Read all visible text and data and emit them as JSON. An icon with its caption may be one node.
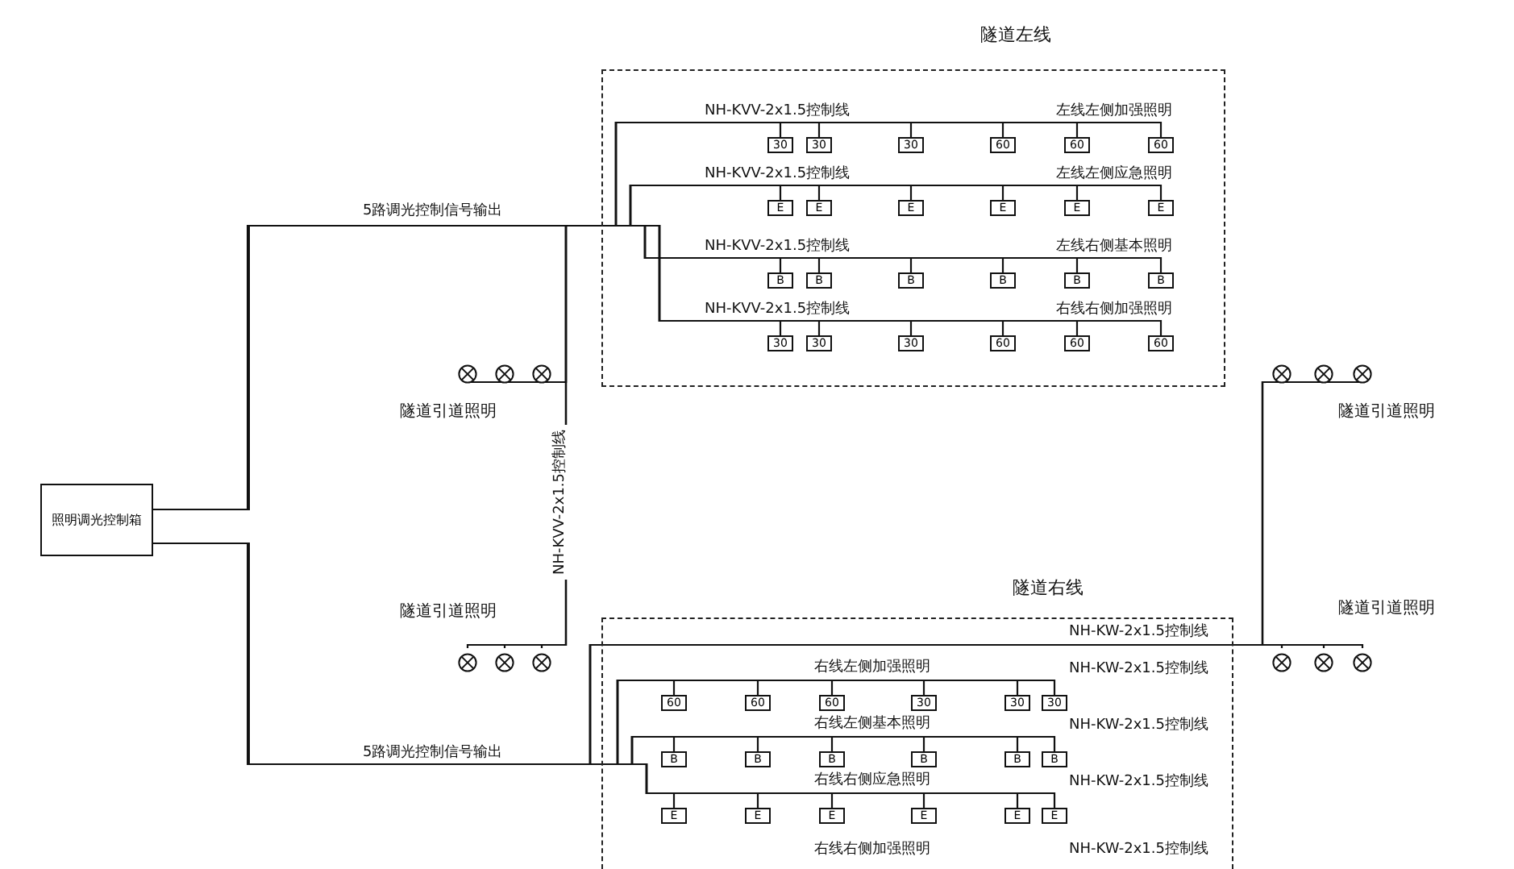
{
  "diagram": {
    "nodes": [
      {
        "text": [
          "照明调光控制箱"
        ]
      },
      {
        "text": [
          "隧道左线"
        ]
      },
      {
        "text": [
          "30"
        ],
        "in": 1
      },
      {
        "text": [
          "30"
        ],
        "in": 1
      },
      {
        "text": [
          "30"
        ],
        "in": 1
      },
      {
        "text": [
          "60"
        ],
        "in": 1
      },
      {
        "text": [
          "60"
        ],
        "in": 1
      },
      {
        "text": [
          "60"
        ],
        "in": 1
      },
      {
        "text": [
          "E"
        ],
        "in": 1
      },
      {
        "text": [
          "E"
        ],
        "in": 1
      },
      {
        "text": [
          "E"
        ],
        "in": 1
      },
      {
        "text": [
          "E"
        ],
        "in": 1
      },
      {
        "text": [
          "E"
        ],
        "in": 1
      },
      {
        "text": [
          "E"
        ],
        "in": 1
      },
      {
        "text": [
          "B"
        ],
        "in": 1
      },
      {
        "text": [
          "B"
        ],
        "in": 1
      },
      {
        "text": [
          "B"
        ],
        "in": 1
      },
      {
        "text": [
          "B"
        ],
        "in": 1
      },
      {
        "text": [
          "B"
        ],
        "in": 1
      },
      {
        "text": [
          "B"
        ],
        "in": 1
      },
      {
        "text": [
          "30"
        ],
        "in": 1
      },
      {
        "text": [
          "30"
        ],
        "in": 1
      },
      {
        "text": [
          "30"
        ],
        "in": 1
      },
      {
        "text": [
          "60"
        ],
        "in": 1
      },
      {
        "text": [
          "60"
        ],
        "in": 1
      },
      {
        "text": [
          "60"
        ],
        "in": 1
      },
      {
        "text": [
          "隧道右线"
        ]
      },
      {
        "text": [
          "60"
        ],
        "in": 26
      },
      {
        "text": [
          "60"
        ],
        "in": 26
      },
      {
        "text": [
          "60"
        ],
        "in": 26
      },
      {
        "text": [
          "30"
        ],
        "in": 26
      },
      {
        "text": [
          "30"
        ],
        "in": 26
      },
      {
        "text": [
          "30"
        ],
        "in": 26
      },
      {
        "text": [
          "B"
        ],
        "in": 26
      },
      {
        "text": [
          "B"
        ],
        "in": 26
      },
      {
        "text": [
          "B"
        ],
        "in": 26
      },
      {
        "text": [
          "B"
        ],
        "in": 26
      },
      {
        "text": [
          "B"
        ],
        "in": 26
      },
      {
        "text": [
          "B"
        ],
        "in": 26
      },
      {
        "text": [
          "E"
        ],
        "in": 26
      },
      {
        "text": [
          "E"
        ],
        "in": 26
      },
      {
        "text": [
          "E"
        ],
        "in": 26
      },
      {
        "text": [
          "E"
        ],
        "in": 26
      },
      {
        "text": [
          "E"
        ],
        "in": 26
      },
      {
        "text": [
          "E"
        ],
        "in": 26
      },
      {
        "text": [],
        "shape": "lamp"
      },
      {
        "text": [],
        "shape": "lamp"
      },
      {
        "text": [],
        "shape": "lamp"
      },
      {
        "text": [],
        "shape": "lamp"
      },
      {
        "text": [],
        "shape": "lamp"
      },
      {
        "text": [],
        "shape": "lamp"
      },
      {
        "text": [],
        "shape": "lamp"
      },
      {
        "text": [],
        "shape": "lamp"
      },
      {
        "text": [],
        "shape": "lamp"
      },
      {
        "text": [],
        "shape": "lamp"
      },
      {
        "text": [],
        "shape": "lamp"
      },
      {
        "text": [],
        "shape": "lamp"
      }
    ],
    "edges": [
      {
        "from": 0,
        "to": 2,
        "arrow": "none"
      },
      {
        "from": 0,
        "to": 3,
        "arrow": "none"
      },
      {
        "from": 0,
        "to": 4,
        "arrow": "none"
      },
      {
        "from": 0,
        "to": 5,
        "arrow": "none"
      },
      {
        "from": 0,
        "to": 6,
        "arrow": "none"
      },
      {
        "from": 0,
        "to": 7,
        "arrow": "none"
      },
      {
        "from": 0,
        "to": 8,
        "arrow": "none"
      },
      {
        "from": 0,
        "to": 9,
        "arrow": "none"
      },
      {
        "from": 0,
        "to": 10,
        "arrow": "none"
      },
      {
        "from": 0,
        "to": 11,
        "arrow": "none"
      },
      {
        "from": 0,
        "to": 12,
        "arrow": "none"
      },
      {
        "from": 0,
        "to": 13,
        "arrow": "none"
      },
      {
        "from": 0,
        "to": 14,
        "arrow": "none"
      },
      {
        "from": 0,
        "to": 15,
        "arrow": "none"
      },
      {
        "from": 0,
        "to": 16,
        "arrow": "none"
      },
      {
        "from": 0,
        "to": 17,
        "arrow": "none"
      },
      {
        "from": 0,
        "to": 18,
        "arrow": "none"
      },
      {
        "from": 0,
        "to": 19,
        "arrow": "none"
      },
      {
        "from": 0,
        "to": 20,
        "arrow": "none"
      },
      {
        "from": 0,
        "to": 21,
        "arrow": "none"
      },
      {
        "from": 0,
        "to": 22,
        "arrow": "none"
      },
      {
        "from": 0,
        "to": 23,
        "arrow": "none"
      },
      {
        "from": 0,
        "to": 24,
        "arrow": "none"
      },
      {
        "from": 0,
        "to": 25,
        "arrow": "none"
      },
      {
        "from": 0,
        "to": 27,
        "arrow": "none"
      },
      {
        "from": 0,
        "to": 28,
        "arrow": "none"
      },
      {
        "from": 0,
        "to": 29,
        "arrow": "none"
      },
      {
        "from": 0,
        "to": 30,
        "arrow": "none"
      },
      {
        "from": 0,
        "to": 31,
        "arrow": "none"
      },
      {
        "from": 0,
        "to": 32,
        "arrow": "none"
      },
      {
        "from": 0,
        "to": 33,
        "arrow": "none"
      },
      {
        "from": 0,
        "to": 34,
        "arrow": "none"
      },
      {
        "from": 0,
        "to": 35,
        "arrow": "none"
      },
      {
        "from": 0,
        "to": 36,
        "arrow": "none"
      },
      {
        "from": 0,
        "to": 37,
        "arrow": "none"
      },
      {
        "from": 0,
        "to": 38,
        "arrow": "none"
      },
      {
        "from": 0,
        "to": 39,
        "arrow": "none"
      },
      {
        "from": 0,
        "to": 40,
        "arrow": "none"
      },
      {
        "from": 0,
        "to": 41,
        "arrow": "none"
      },
      {
        "from": 0,
        "to": 42,
        "arrow": "none"
      },
      {
        "from": 0,
        "to": 43,
        "arrow": "none"
      },
      {
        "from": 0,
        "to": 44,
        "arrow": "none"
      },
      {
        "from": 0,
        "to": 45,
        "arrow": "none"
      },
      {
        "from": 0,
        "to": 46,
        "arrow": "none"
      },
      {
        "from": 0,
        "to": 47,
        "arrow": "none"
      },
      {
        "from": 0,
        "to": 48,
        "arrow": "none"
      },
      {
        "from": 0,
        "to": 49,
        "arrow": "none"
      },
      {
        "from": 0,
        "to": 50,
        "arrow": "none"
      },
      {
        "from": 0,
        "to": 51,
        "arrow": "none"
      },
      {
        "from": 0,
        "to": 52,
        "arrow": "none"
      },
      {
        "from": 0,
        "to": 53,
        "arrow": "none"
      },
      {
        "from": 0,
        "to": 54,
        "arrow": "none"
      },
      {
        "from": 0,
        "to": 55,
        "arrow": "none"
      },
      {
        "from": 0,
        "to": 56,
        "arrow": "none"
      }
    ],
    "labels": [
      "5路调光控制信号输出",
      "NH-KVV-2x1.5控制线",
      "左线左侧加强照明",
      "NH-KVV-2x1.5控制线",
      "左线左侧应急照明",
      "NH-KVV-2x1.5控制线",
      "左线右侧基本照明",
      "NH-KVV-2x1.5控制线",
      "右线右侧加强照明",
      "隧道引道照明",
      "隧道引道照明",
      "NH-KVV-2x1.5控制线",
      "隧道引道照明",
      "隧道引道照明",
      "NH-KW-2x1.5控制线",
      "右线左侧加强照明",
      "NH-KW-2x1.5控制线",
      "右线左侧基本照明",
      "NH-KW-2x1.5控制线",
      "5路调光控制信号输出",
      "右线右侧应急照明",
      "NH-KW-2x1.5控制线",
      "右线右侧加强照明",
      "NH-KW-2x1.5控制线"
    ]
  }
}
